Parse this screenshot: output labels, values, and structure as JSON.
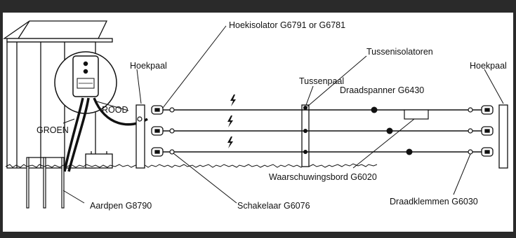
{
  "labels": {
    "hoekisolator": "Hoekisolator G6791 or G6781",
    "tussenisolatoren": "Tussenisolatoren",
    "hoekpaal_left": "Hoekpaal",
    "hoekpaal_right": "Hoekpaal",
    "tussenpaal": "Tussenpaal",
    "draadspanner": "Draadspanner G6430",
    "rood": "ROOD",
    "groen": "GROEN",
    "waarschuwingsbord": "Waarschuwingsbord G6020",
    "draadklemmen": "Draadklemmen G6030",
    "schakelaar": "Schakelaar G6076",
    "aardpen": "Aardpen G8790"
  },
  "colors": {
    "border": "#2a2a2a",
    "background": "#ffffff",
    "line": "#111111"
  },
  "icons": [
    "lightning-bolt-icon",
    "lightning-bolt-icon",
    "lightning-bolt-icon"
  ]
}
